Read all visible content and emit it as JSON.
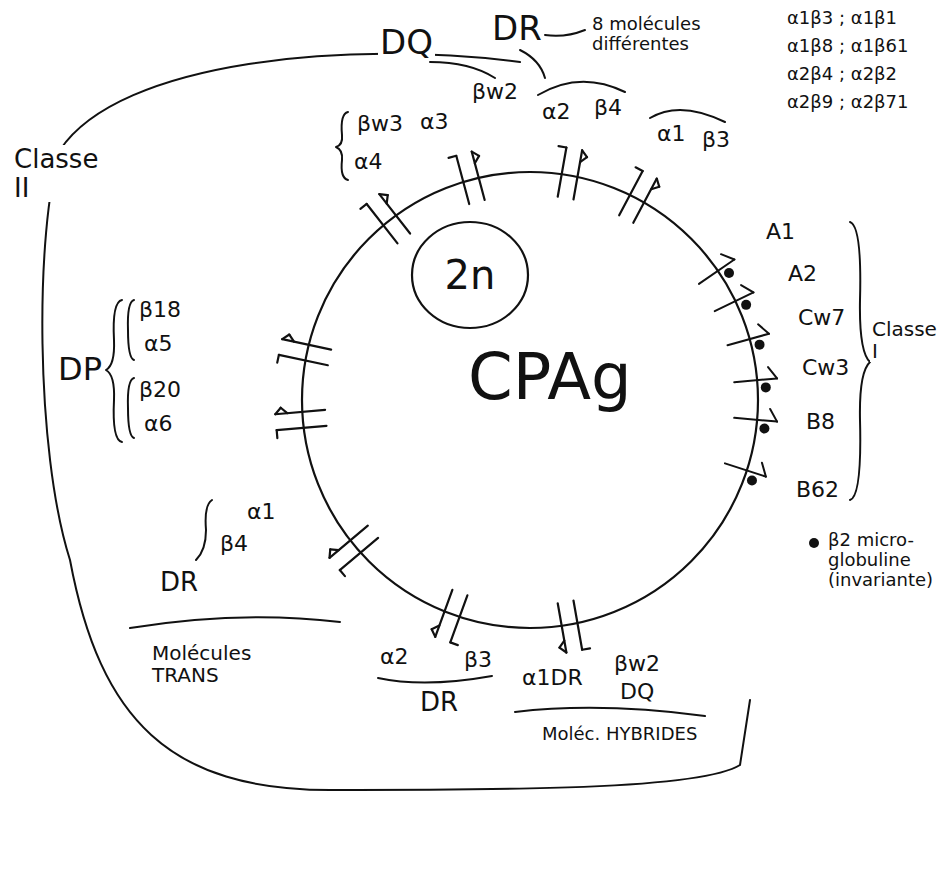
{
  "diagram": {
    "nodes": [
      {
        "text": [
          "CPAg"
        ]
      },
      {
        "text": [
          "2n"
        ],
        "in": 0
      }
    ],
    "labels": [
      "DR",
      "8 molécules différentes",
      "α1β3 ; α1β1",
      "α1β8 ; α1β61",
      "α2β4 ; α2β2",
      "α2β9 ; α2β71",
      "DQ",
      "βw2",
      "α3",
      "βw3",
      "α4",
      "α2",
      "β4",
      "α1",
      "β3",
      "Classe II",
      "DP",
      "β18",
      "α5",
      "β20",
      "α6",
      "A1",
      "A2",
      "Cw7",
      "Cw3",
      "B8",
      "B62",
      "Classe I",
      "α1",
      "β4",
      "DR",
      "α2",
      "β3",
      "DR",
      "Molécules TRANS",
      "α1DR",
      "βw2",
      "DQ",
      "Moléc. HYBRIDES"
    ],
    "legend": [
      {
        "text": "β2 micro-globuline (invariante)"
      }
    ]
  }
}
